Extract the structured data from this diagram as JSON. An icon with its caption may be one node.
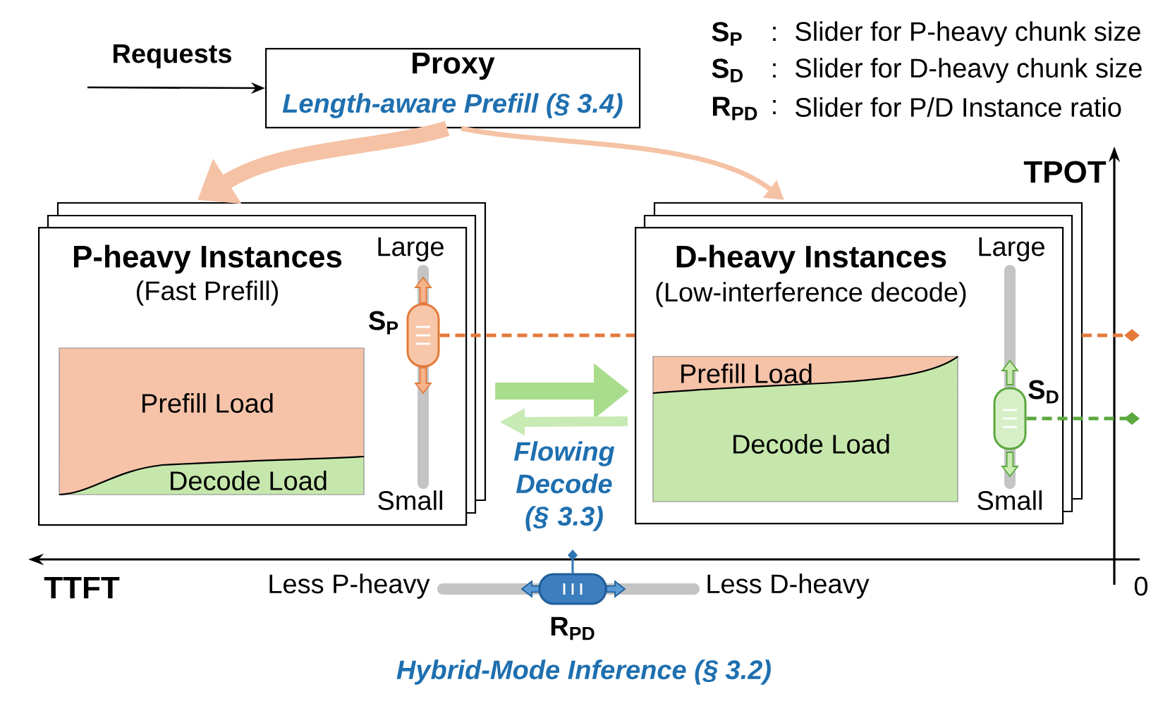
{
  "diagram": {
    "nodes": [
      {
        "text": [
          "Proxy",
          "Length-aware Prefill (§ 3.4)"
        ]
      },
      {
        "text": [
          "P-heavy Instances",
          "(Fast Prefill)"
        ]
      },
      {
        "text": [
          "Prefill Load"
        ],
        "in": 1
      },
      {
        "text": [
          "Decode Load"
        ],
        "in": 1
      },
      {
        "text": [],
        "shape": "capsule",
        "in": 1,
        "beside": [
          "S$_{P}$"
        ]
      },
      {
        "text": [
          "D-heavy Instances",
          "(Low-interference decode)"
        ]
      },
      {
        "text": [
          "Prefill Load"
        ],
        "in": 5
      },
      {
        "text": [
          "Decode Load"
        ],
        "in": 5
      },
      {
        "text": [],
        "shape": "capsule",
        "in": 5,
        "beside": [
          "S$_{D}$"
        ]
      },
      {
        "text": [],
        "shape": "capsule",
        "beside": [
          "R$_{PD}$"
        ]
      }
    ],
    "edges": [
      {
        "from": null,
        "to": 0,
        "arrow": "to",
        "label": "Requests",
        "color": "#000000"
      },
      {
        "from": 0,
        "to": 1,
        "arrow": "to",
        "style": "thick",
        "color": "#f5c2a5"
      },
      {
        "from": 0,
        "to": 5,
        "arrow": "to",
        "color": "#f5c2a5"
      },
      {
        "from": 1,
        "to": 5,
        "arrow": "to",
        "style": "thick",
        "color": "#a9dc8c"
      },
      {
        "from": 5,
        "to": 1,
        "arrow": "to",
        "style": "thick",
        "color": "#c8eab4"
      },
      {
        "from": 4,
        "to": null,
        "arrow": "other",
        "style": "dashed",
        "color": "#e4793a"
      },
      {
        "from": 8,
        "to": null,
        "arrow": "other",
        "style": "dashed",
        "color": "#5ba83e"
      },
      {
        "from": 9,
        "to": null,
        "arrow": "other",
        "color": "#2e75b6"
      }
    ],
    "labels": [
      "S$_{P}$",
      ":",
      "Slider for P-heavy chunk size",
      "S$_{D}$",
      ":",
      "Slider for D-heavy chunk size",
      "R$_{PD}$",
      ":",
      "Slider for P/D Instance ratio",
      "TPOT",
      "Large",
      "Large",
      "Flowing Decode (§ 3.3)",
      "Small",
      "Small",
      "TTFT",
      "Less P-heavy",
      "Less D-heavy",
      "0",
      "Hybrid-Mode Inference (§ 3.2)"
    ]
  }
}
